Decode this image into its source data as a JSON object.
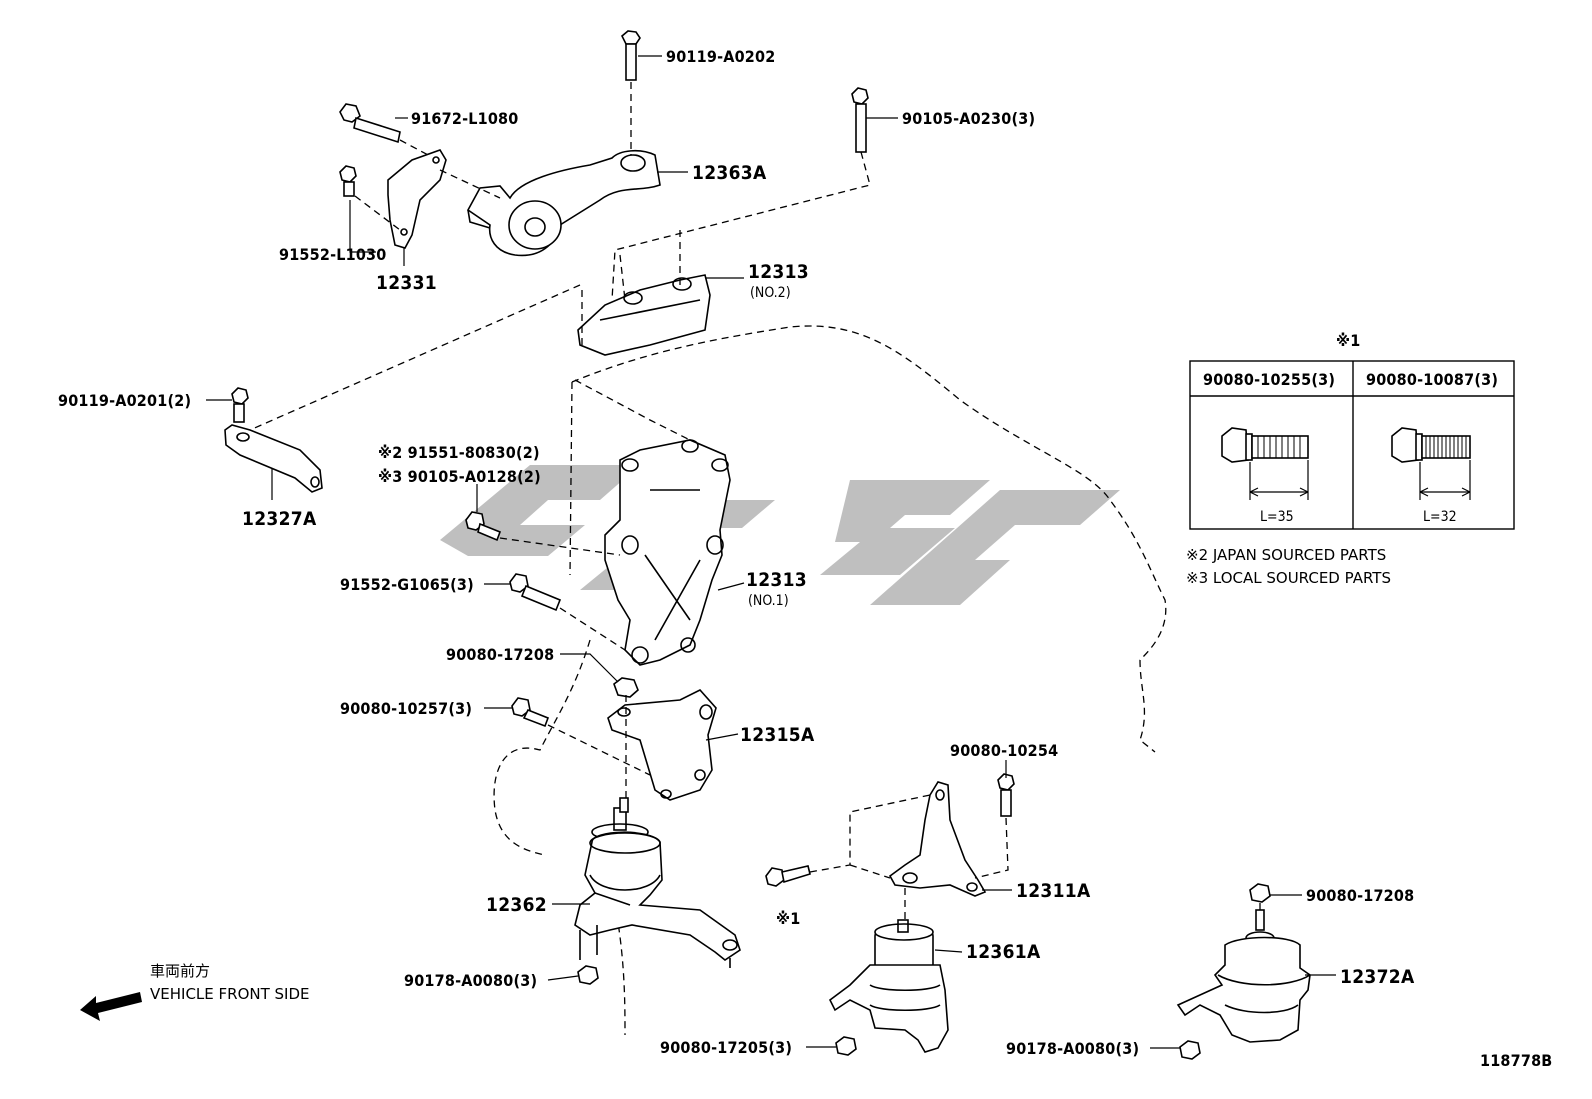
{
  "labels": {
    "p_90119_A0202": "90119-A0202",
    "p_91672_L1080": "91672-L1080",
    "p_90105_A0230": "90105-A0230(3)",
    "p_12363A": "12363A",
    "p_91552_L1030": "91552-L1030",
    "p_12331": "12331",
    "p_12313_no2": "12313",
    "p_12313_no2_sub": "(NO.2)",
    "p_90119_A0201": "90119-A0201(2)",
    "p_12327A": "12327A",
    "p_91551_80830": "※2 91551-80830(2)",
    "p_90105_A0128": "※3 90105-A0128(2)",
    "p_91552_G1065": "91552-G1065(3)",
    "p_12313_no1": "12313",
    "p_12313_no1_sub": "(NO.1)",
    "p_90080_17208_a": "90080-17208",
    "p_90080_10257": "90080-10257(3)",
    "p_12315A": "12315A",
    "p_90080_10254": "90080-10254",
    "p_12311A": "12311A",
    "p_note1": "※1",
    "p_12362": "12362",
    "p_12361A": "12361A",
    "p_90080_17208_b": "90080-17208",
    "p_12372A": "12372A",
    "p_90178_A0080_a": "90178-A0080(3)",
    "p_90080_17205": "90080-17205(3)",
    "p_90178_A0080_b": "90178-A0080(3)"
  },
  "table": {
    "marker": "※1",
    "col1_header": "90080-10255(3)",
    "col2_header": "90080-10087(3)",
    "col1_length": "L=35",
    "col2_length": "L=32"
  },
  "notes": {
    "note2": "※2 JAPAN SOURCED PARTS",
    "note3": "※3 LOCAL SOURCED PARTS"
  },
  "direction": {
    "japanese": "車両前方",
    "english": "VEHICLE FRONT SIDE"
  },
  "figure_id": "118778B"
}
